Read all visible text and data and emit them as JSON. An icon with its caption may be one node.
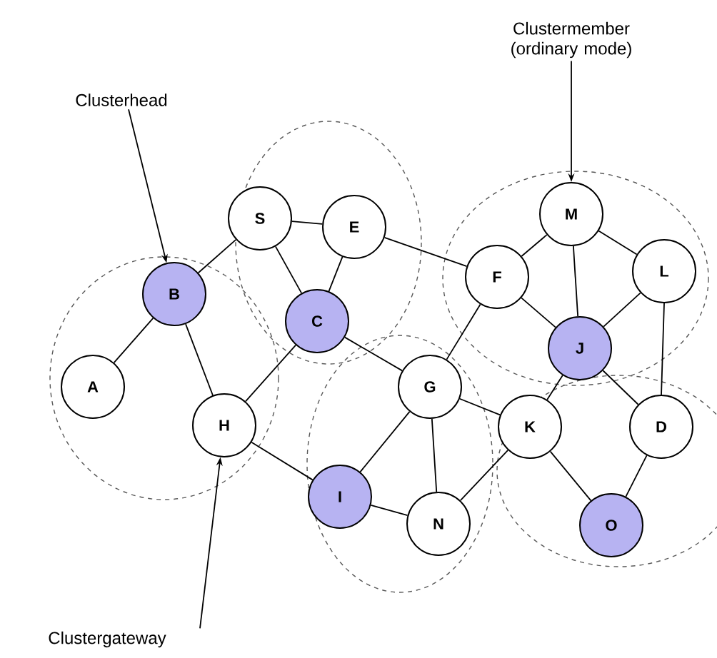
{
  "diagram": {
    "nodes": [
      {
        "text": [
          "Clusterhead"
        ]
      },
      {
        "text": [
          "Clustermember (ordinary mode)"
        ]
      },
      {
        "text": [
          "S"
        ]
      },
      {
        "text": [
          "E"
        ]
      },
      {
        "text": [
          "M"
        ]
      },
      {
        "text": [
          "B"
        ]
      },
      {
        "text": [
          "F"
        ]
      },
      {
        "text": [
          "L"
        ]
      },
      {
        "text": [
          "C"
        ]
      },
      {
        "text": [
          "J"
        ]
      },
      {
        "text": [
          "A"
        ]
      },
      {
        "text": [
          "G"
        ]
      },
      {
        "text": [
          "H"
        ]
      },
      {
        "text": [
          "K"
        ]
      },
      {
        "text": [
          "D"
        ]
      },
      {
        "text": [
          "I"
        ]
      },
      {
        "text": [
          "N"
        ]
      },
      {
        "text": [
          "O"
        ]
      },
      {
        "text": [
          "Clustergateway"
        ]
      }
    ],
    "edges": [
      {
        "from": 0,
        "to": 5,
        "arrow": "to"
      },
      {
        "from": 1,
        "to": 4,
        "arrow": "to"
      },
      {
        "from": 18,
        "to": 12,
        "arrow": "to"
      },
      {
        "from": 10,
        "to": 5,
        "arrow": "none"
      },
      {
        "from": 5,
        "to": 12,
        "arrow": "none"
      },
      {
        "from": 5,
        "to": 2,
        "arrow": "none"
      },
      {
        "from": 2,
        "to": 3,
        "arrow": "none"
      },
      {
        "from": 2,
        "to": 8,
        "arrow": "none"
      },
      {
        "from": 3,
        "to": 8,
        "arrow": "none"
      },
      {
        "from": 3,
        "to": 6,
        "arrow": "none"
      },
      {
        "from": 12,
        "to": 8,
        "arrow": "none"
      },
      {
        "from": 12,
        "to": 15,
        "arrow": "none"
      },
      {
        "from": 8,
        "to": 11,
        "arrow": "none"
      },
      {
        "from": 11,
        "to": 15,
        "arrow": "none"
      },
      {
        "from": 11,
        "to": 16,
        "arrow": "none"
      },
      {
        "from": 11,
        "to": 13,
        "arrow": "none"
      },
      {
        "from": 6,
        "to": 11,
        "arrow": "none"
      },
      {
        "from": 6,
        "to": 4,
        "arrow": "none"
      },
      {
        "from": 6,
        "to": 9,
        "arrow": "none"
      },
      {
        "from": 4,
        "to": 9,
        "arrow": "none"
      },
      {
        "from": 4,
        "to": 7,
        "arrow": "none"
      },
      {
        "from": 7,
        "to": 9,
        "arrow": "none"
      },
      {
        "from": 7,
        "to": 14,
        "arrow": "none"
      },
      {
        "from": 9,
        "to": 13,
        "arrow": "none"
      },
      {
        "from": 9,
        "to": 14,
        "arrow": "none"
      },
      {
        "from": 13,
        "to": 17,
        "arrow": "none"
      },
      {
        "from": 17,
        "to": 14,
        "arrow": "none"
      },
      {
        "from": 15,
        "to": 16,
        "arrow": "none"
      },
      {
        "from": 16,
        "to": 13,
        "arrow": "none"
      }
    ]
  }
}
